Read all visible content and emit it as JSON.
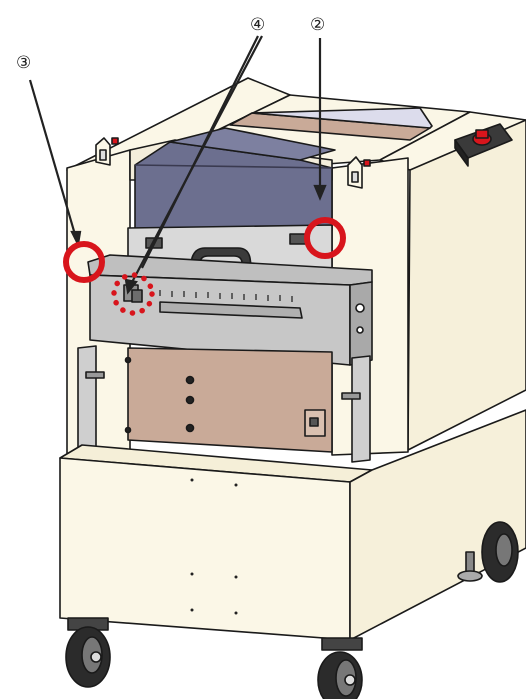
{
  "callouts": [
    {
      "id": "c3",
      "label": "③"
    },
    {
      "id": "c4",
      "label": "④"
    },
    {
      "id": "c2",
      "label": "②"
    }
  ],
  "markers": [
    {
      "id": "m3",
      "style": "solid-circle",
      "points_to": "③"
    },
    {
      "id": "m2",
      "style": "solid-circle",
      "points_to": "②"
    },
    {
      "id": "m4",
      "style": "dotted-circle",
      "points_to": "④"
    }
  ],
  "colors": {
    "marker_red": "#d8151c",
    "cabinet_cream": "#fbf7e7",
    "hood_blue": "#6c6f8f",
    "tray_tan": "#c9aa98",
    "guard_grey": "#c7c7c7",
    "outline": "#1a1a1a",
    "stop_button_red": "#d8151c"
  },
  "icons": [
    "emergency-stop-icon",
    "handle-icon",
    "caster-wheel-icon",
    "lock-lever-icon"
  ]
}
